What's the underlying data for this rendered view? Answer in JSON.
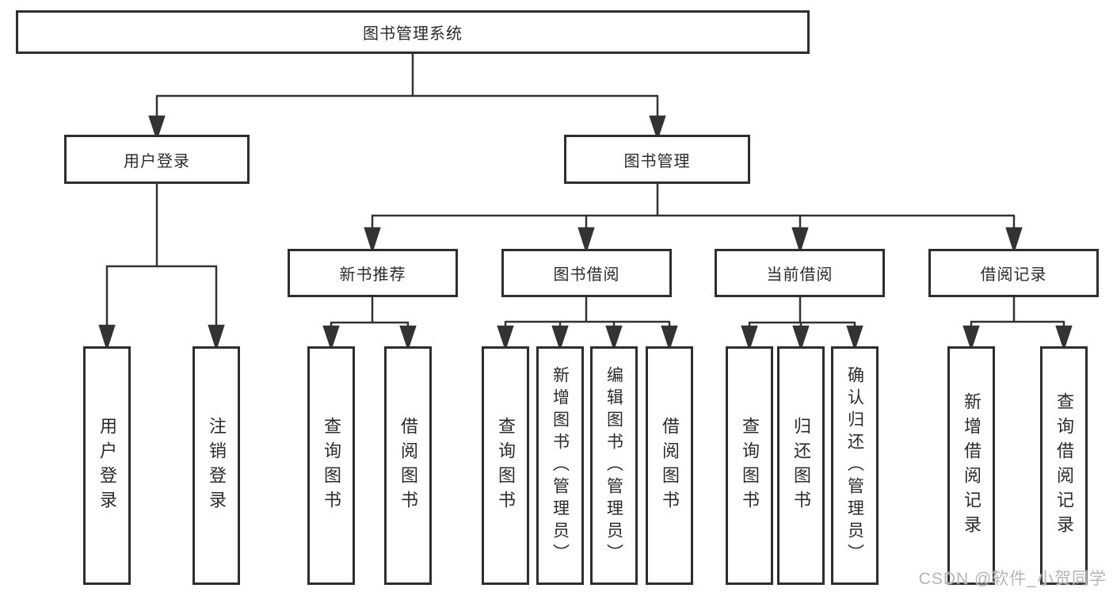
{
  "nodes": {
    "root": "图书管理系统",
    "user_login": "用户登录",
    "book_management": "图书管理",
    "new_book_recommend": "新书推荐",
    "book_borrow": "图书借阅",
    "current_borrow": "当前借阅",
    "borrow_record": "借阅记录",
    "leaf_user_login": "用户登录",
    "leaf_logout": "注销登录",
    "leaf_rec_query_book": "查询图书",
    "leaf_rec_borrow_book": "借阅图书",
    "leaf_bor_query_book": "查询图书",
    "leaf_bor_add_book": "新增图书（管理员）",
    "leaf_bor_edit_book": "编辑图书（管理员）",
    "leaf_bor_borrow_book": "借阅图书",
    "leaf_cur_query_book": "查询图书",
    "leaf_cur_return_book": "归还图书",
    "leaf_cur_confirm_return": "确认归还（管理员）",
    "leaf_add_borrow_record": "新增借阅记录",
    "leaf_query_borrow_record": "查询借阅记录"
  },
  "watermark": "CSDN @软件_小贺同学",
  "colors": {
    "line": "#333333",
    "border": "#2e2e2e",
    "text": "#2b2b2b",
    "watermark": "#b4b4b4",
    "background": "#ffffff"
  }
}
